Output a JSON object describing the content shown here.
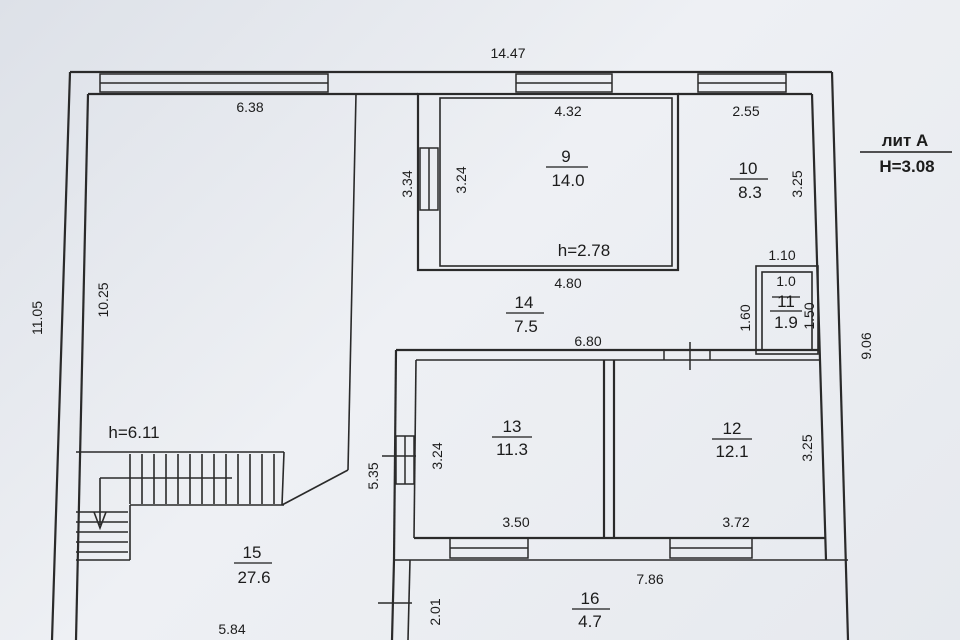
{
  "plan": {
    "overall_width": "14.47",
    "overall_height": "11.05",
    "right_height": "9.06",
    "bottom_width": "5.84"
  },
  "legend": {
    "label": "лит А",
    "height": "H=3.08"
  },
  "rooms": [
    {
      "id": "9",
      "area": "14.0",
      "dims": [
        "4.32",
        "3.24",
        "3.34",
        "4.80"
      ],
      "ceiling": "h=2.78"
    },
    {
      "id": "10",
      "area": "8.3",
      "dims": [
        "2.55",
        "3.25"
      ]
    },
    {
      "id": "11",
      "area": "1.9",
      "dims": [
        "1.10",
        "1.0",
        "1.60",
        "1.50"
      ]
    },
    {
      "id": "12",
      "area": "12.1",
      "dims": [
        "3.25",
        "3.72"
      ]
    },
    {
      "id": "13",
      "area": "11.3",
      "dims": [
        "3.24",
        "3.50",
        "5.35"
      ]
    },
    {
      "id": "14",
      "area": "7.5",
      "dims": [
        "6.80"
      ]
    },
    {
      "id": "15",
      "area": "27.6",
      "dims": [
        "6.38",
        "10.25"
      ],
      "ceiling": "h=6.11"
    },
    {
      "id": "16",
      "area": "4.7",
      "dims": [
        "7.86",
        "2.01"
      ]
    }
  ]
}
